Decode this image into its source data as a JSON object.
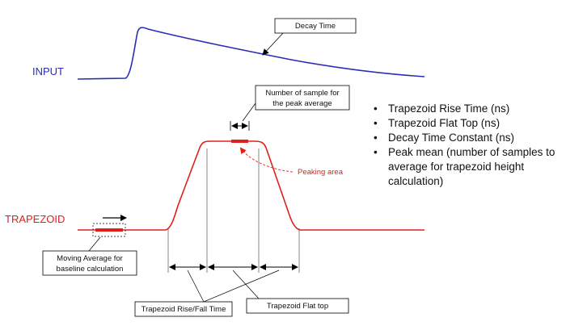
{
  "labels": {
    "input": "INPUT",
    "trapezoid": "TRAPEZOID"
  },
  "callouts": {
    "decay_time": "Decay Time",
    "peak_samples_line1": "Number of sample for",
    "peak_samples_line2": "the peak average",
    "peaking_area": "Peaking area",
    "moving_avg_line1": "Moving Average for",
    "moving_avg_line2": "baseline calculation",
    "rise_fall_time": "Trapezoid Rise/Fall Time",
    "flat_top": "Trapezoid Flat top"
  },
  "parameters": [
    {
      "bullet": "•",
      "text": "Trapezoid Rise Time (ns)"
    },
    {
      "bullet": "•",
      "text": "Trapezoid Flat Top  (ns)"
    },
    {
      "bullet": "•",
      "text": "Decay Time Constant (ns)"
    },
    {
      "bullet": "•",
      "text": "Peak mean (number of samples to average for trapezoid height calculation)"
    }
  ],
  "colors": {
    "input_signal": "#2b2bb8",
    "trapezoid_signal": "#e0201b",
    "annotation": "#000000"
  }
}
